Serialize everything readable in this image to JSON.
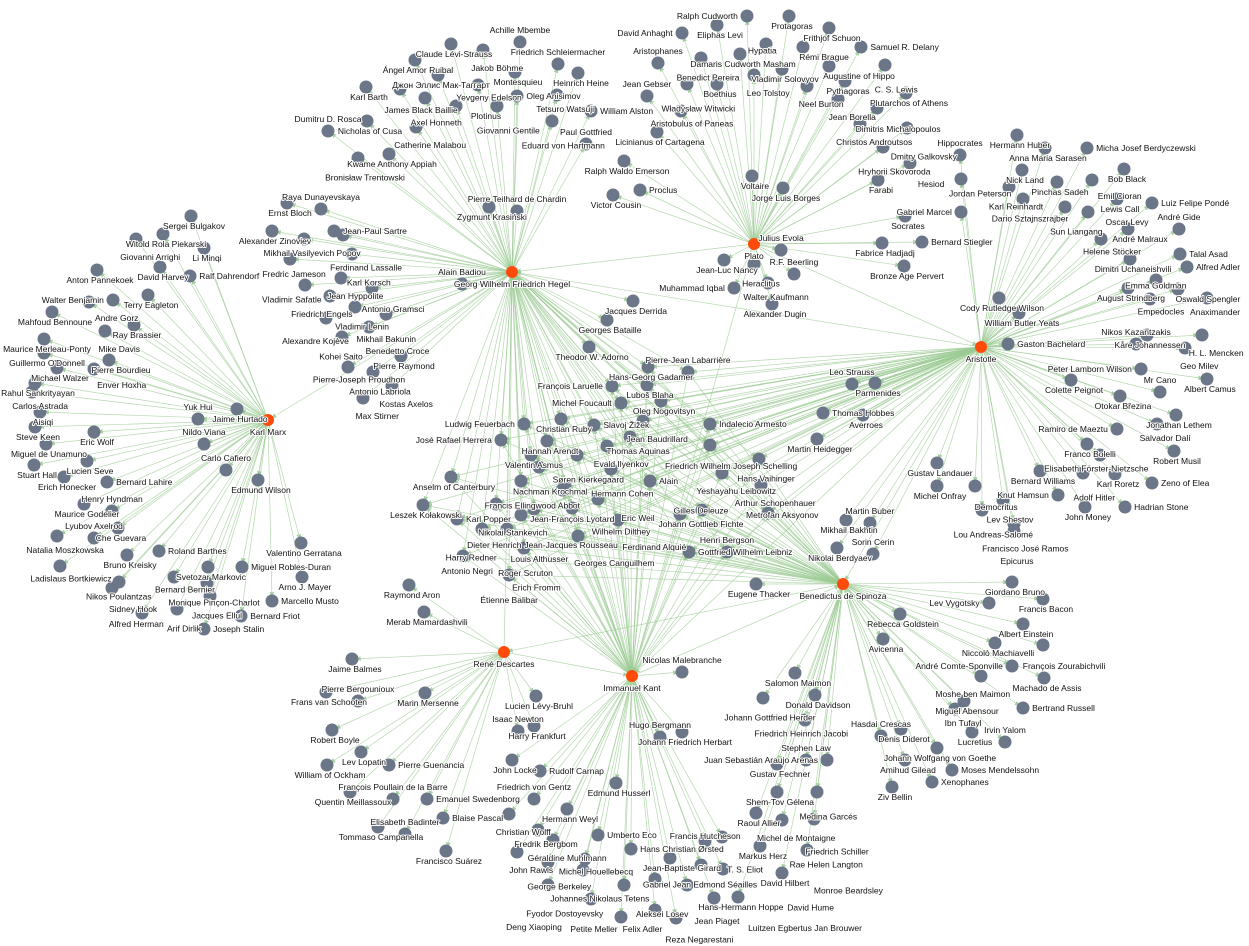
{
  "title": "Philosophers influence network",
  "colors": {
    "hub": "#ff4b0a",
    "node": "#6b7789",
    "edge": "#9ccb94",
    "arrow": "#86c07e"
  },
  "hubs": [
    "Georg Wilhelm Friedrich Hegel",
    "Plato",
    "Aristotle",
    "Karl Marx",
    "Benedictus de Spinoza",
    "René Descartes",
    "Immanuel Kant"
  ],
  "hub_links": [
    [
      "Plato",
      "Aristotle"
    ],
    [
      "Georg Wilhelm Friedrich Hegel",
      "Karl Marx"
    ],
    [
      "Georg Wilhelm Friedrich Hegel",
      "Immanuel Kant"
    ],
    [
      "Benedictus de Spinoza",
      "René Descartes"
    ],
    [
      "Immanuel Kant",
      "Benedictus de Spinoza"
    ],
    [
      "René Descartes",
      "Immanuel Kant"
    ],
    [
      "Plato",
      "Georg Wilhelm Friedrich Hegel"
    ],
    [
      "Aristotle",
      "Benedictus de Spinoza"
    ],
    [
      "Georg Wilhelm Friedrich Hegel",
      "Benedictus de Spinoza"
    ],
    [
      "Plato",
      "Immanuel Kant"
    ],
    [
      "Aristotle",
      "Immanuel Kant"
    ],
    [
      "René Descartes",
      "Georg Wilhelm Friedrich Hegel"
    ],
    [
      "Aristotle",
      "Georg Wilhelm Friedrich Hegel"
    ]
  ],
  "clusters": [
    {
      "links": [
        "Karl Marx"
      ],
      "nodes": [
        "Sergei Bulgakov",
        "Witold Rola Piekarski",
        "Li Minqi",
        "Giovanni Arrighi",
        "David Harvey",
        "Ralf Dahrendorf",
        "Anton Pannekoek",
        "Terry Eagleton",
        "Walter Benjamin",
        "Mahfoud Bennoune",
        "Andre Gorz",
        "Ray Brassier",
        "Mike Davis",
        "Maurice Merleau-Ponty",
        "Guillermo O'Donnell",
        "Pierre Bourdieu",
        "Michael Walzer",
        "Rahul Sankrityayan",
        "Carlos Astrada",
        "Enver Hoxha",
        "Aisiqi",
        "Steve Keen",
        "Eric Wolf",
        "Miguel de Unamuno",
        "Lucien Seve",
        "Stuart Hall",
        "Erich Honecker",
        "Bernard Lahire",
        "Maurice Godelier",
        "Henry Hyndman",
        "Che Guevara",
        "Natalia Moszkowska",
        "Lyubov Axelrod",
        "Bruno Kreisky",
        "Roland Barthes",
        "Ladislaus Bortkiewicz",
        "Svetozar Markovic",
        "Bernard Bernier",
        "Nikos Poulantzas",
        "Sidney Hook",
        "Monique Pinçon-Charlot",
        "Miguel Robles-Duran",
        "Arno J. Mayer",
        "Valentino Gerratana",
        "Jacques Ellul",
        "Arif Dirlik",
        "Alfred Herman",
        "Bernard Friot",
        "Marcello Musto",
        "Joseph Stalin",
        "Edmund Wilson",
        "Carlo Cafiero",
        "Nildo Viana",
        "Yuk Hui",
        "Jaime Hurtado"
      ]
    },
    {
      "links": [
        "Georg Wilhelm Friedrich Hegel"
      ],
      "nodes": [
        "Ernst Bloch",
        "Raya Dunayevskaya",
        "Alexander Zinoviev",
        "Jean-Paul Sartre",
        "Mikhail Vasilyevich Popov",
        "Ferdinand Lassalle",
        "Karl Korsch",
        "Fredric Jameson",
        "Jean Hyppolite",
        "Vladimir Safatle",
        "Antonio Gramsci",
        "Friedrich Engels",
        "Vladimir Lenin",
        "Mikhail Bakunin",
        "Alexandre Kojève",
        "Benedetto Croce",
        "Kohei Saito",
        "Pierre Raymond",
        "Pierre-Joseph Proudhon",
        "Antonio Labriola",
        "Kostas Axelos",
        "Max Stirner",
        "Zygmunt Krasiński",
        "Pierre Teilhard de Chardin",
        "Alain Badiou",
        "Jacques Derrida",
        "Georges Bataille",
        "Theodor W. Adorno",
        "Claude Lévi-Strauss",
        "Achille Mbembe",
        "Jakob Böhme",
        "Ángel Amor Ruibal",
        "Montesquieu",
        "Friedrich Schleiermacher",
        "Heinrich Heine",
        "Джон Эллис Мак-Таггарт",
        "Yevgeny Edelson",
        "Karl Barth",
        "James Black Baillie",
        "Oleg Anisimov",
        "Tetsuro Watsuji",
        "Axel Honneth",
        "Plotinus",
        "Giovanni Gentile",
        "William Alston",
        "Nicholas of Cusa",
        "Catherine Malabou",
        "Eduard von Hartmann",
        "Dumitru D. Rosca",
        "Paul Gottfried",
        "Kwame Anthony Appiah",
        "Bronisław Trentowski"
      ]
    },
    {
      "links": [
        "Plato"
      ],
      "nodes": [
        "Protagoras",
        "Ralph Cudworth",
        "Eliphas Levi",
        "Frithjof Schuon",
        "David Anhaght",
        "Damaris Cudworth Masham",
        "Hypatia",
        "Rémi Brague",
        "Samuel R. Delany",
        "Benedict Pereira",
        "Aristophanes",
        "Vladimir Solovyov",
        "Leo Tolstoy",
        "Augustine of Hippo",
        "Boethius",
        "C. S. Lewis",
        "Władysław Witwicki",
        "Pythagoras",
        "Neel Burton",
        "Jean Gebser",
        "Aristobulus of Paneas",
        "Jean Borella",
        "Plutarchos of Athens",
        "Dimitris Michalopoulos",
        "Christos Androutsos",
        "Dmitry Galkovsky",
        "Licinianus of Cartagena",
        "Ralph Waldo Emerson",
        "Hryhorii Skovoroda",
        "Hesiod",
        "Voltaire",
        "Jorge Luis Borges",
        "Farabi",
        "Victor Cousin",
        "Proclus",
        "Socrates",
        "Fabrice Hadjadj",
        "Bernard Stiegler",
        "Bronze Age Pervert",
        "Jean-Luc Nancy",
        "Julius Evola",
        "Heraclitus",
        "R.F. Beerling",
        "Walter Kaufmann",
        "Muhammad Iqbal",
        "Alexander Dugin"
      ]
    },
    {
      "links": [
        "Aristotle"
      ],
      "nodes": [
        "Hermann Huber",
        "Anna Maria Sarasen",
        "Micha Josef Berdyczewski",
        "Hippocrates",
        "Bob Black",
        "Nick Land",
        "Jordan Peterson",
        "Pinchas Sadeh",
        "Emil Cioran",
        "Karl Reinhardt",
        "Dario Sztajnszrajber",
        "Sun Liangang",
        "Lewis Call",
        "Luiz Felipe Pondé",
        "Gabriel Marcel",
        "Oscar Levy",
        "André Malraux",
        "André Gide",
        "Helene Stöcker",
        "Dimitri Uchaneishvili",
        "Talal Asad",
        "Alfred Adler",
        "August Strindberg",
        "Emma Goldman",
        "Oswald Spengler",
        "Anaximander",
        "Empedocles",
        "Cody Rutledge Wilson",
        "William Butler Yeats",
        "Kåre Johannessen",
        "H. L. Mencken",
        "Nikos Kazantzakis",
        "Geo Milev",
        "Gaston Bachelard",
        "Colette Peignot",
        "Peter Lamborn Wilson",
        "Albert Camus",
        "Otokar Březina",
        "Mr Cano",
        "Jonathan Lethem",
        "Salvador Dalí",
        "Ramiro de Maeztu",
        "Robert Musil",
        "Franco Bolelli",
        "Elisabeth Förster-Nietzsche",
        "Bernard Williams",
        "Karl Roretz",
        "Zeno of Elea",
        "Adolf Hitler",
        "Knut Hamsun",
        "John Money",
        "Hadrian Stone",
        "Parmenides",
        "Leo Strauss",
        "Averroes",
        "Thomas Hobbes",
        "Martin Heidegger",
        "Gustav Landauer",
        "Michel Onfray",
        "Democritus",
        "Lev Shestov",
        "Lou Andreas-Salomé",
        "Francisco José Ramos",
        "Epicurus",
        "Mikhail Bakhtin",
        "Martin Buber",
        "Nikolai Berdyaev",
        "Sorin Cerin"
      ]
    },
    {
      "links": [
        "Benedictus de Spinoza"
      ],
      "nodes": [
        "Giordano Bruno",
        "Francis Bacon",
        "Lev Vygotsky",
        "Albert Einstein",
        "Rebecca Goldstein",
        "Niccolò Machiavelli",
        "François Zourabichvili",
        "Avicenna",
        "André Comte-Sponville",
        "Machado de Assis",
        "Moshe ben Maimon",
        "Miguel Abensour",
        "Bertrand Russell",
        "Ibn Tufayl",
        "Denis Diderot",
        "Lucretius",
        "Irvin Yalom",
        "Hasdai Crescas",
        "Johann Wolfgang von Goethe",
        "Amihud Gilead",
        "Moses Mendelssohn",
        "Ziv Bellin",
        "Xenophanes",
        "Eugene Thacker",
        "Salomon Maimon",
        "Donald Davidson",
        "Johann Gottfried Herder",
        "Friedrich Heinrich Jacobi",
        "Juan Sebastián Araujo Arenas",
        "Gustav Fechner",
        "Stephen Law",
        "Shem-Tov Gélena",
        "Medina Garcés",
        "Raoul Allier",
        "Michel de Montaigne",
        "Friedrich Schiller",
        "Markus Herz",
        "Rae Helen Langton",
        "David Hilbert",
        "Hans-Hermann Hoppe"
      ]
    },
    {
      "links": [
        "René Descartes"
      ],
      "nodes": [
        "Raymond Aron",
        "Merab Mamardashvili",
        "Jaime Balmes",
        "Frans van Schooten",
        "Pierre Bergounioux",
        "Marin Mersenne",
        "Robert Boyle",
        "Lev Lopatin",
        "William of Ockham",
        "Pierre Guenancia",
        "Quentin Meillassoux",
        "François Poullain de la Barre",
        "Emanuel Swedenborg",
        "Tommaso Campanella",
        "Elisabeth Badinter",
        "Blaise Pascal",
        "Francisco Suárez",
        "Lucien Lévy-Bruhl",
        "Harry Frankfurt",
        "Isaac Newton"
      ]
    },
    {
      "links": [
        "Immanuel Kant"
      ],
      "nodes": [
        "John Locke",
        "Rudolf Carnap",
        "Friedrich von Gentz",
        "Hermann Weyl",
        "Christian Wolff",
        "Fredrik Bergbom",
        "Géraldine Muhlmann",
        "Umberto Eco",
        "Hans Christian Ørsted",
        "John Rawls",
        "Michel Houellebecq",
        "Jean-Baptiste Girard",
        "George Berkeley",
        "Johannes Nikolaus Tetens",
        "Gabriel Jean Edmond Séailles",
        "Fyodor Dostoyevsky",
        "Aleksei Losev",
        "Felix Adler",
        "Jean Piaget",
        "Petite Meller",
        "Reza Negarestani",
        "Deng Xiaoping",
        "Luitzen Egbertus Jan Brouwer",
        "Nicolas Malebranche",
        "Johann Friedrich Herbart",
        "Hugo Bergmann",
        "Edmund Husserl",
        "Francis Hutcheson",
        "T. S. Eliot",
        "David Hume",
        "Monroe Beardsley"
      ]
    },
    {
      "links": [
        "Georg Wilhelm Friedrich Hegel",
        "Immanuel Kant",
        "Benedictus de Spinoza",
        "Aristotle"
      ],
      "nodes": [
        "Hans-Georg Gadamer",
        "Pierre-Jean Labarrière",
        "Luboš Blaha",
        "François Laruelle",
        "Oleg Nogovitsyn",
        "Michel Foucault",
        "Christian Ruby",
        "Ludwig Feuerbach",
        "Slavoj Žižek",
        "Jean Baudrillard",
        "Indalecio Armesto",
        "Thomas Aquinas",
        "Hannah Arendt",
        "José Rafael Herrera",
        "Evald Ilyenkov",
        "Friedrich Wilhelm Joseph Schelling",
        "Valentin Asmus",
        "Søren Kierkegaard",
        "Hermann Cohen",
        "Nachman Krochmal",
        "Hans Vaihinger",
        "Yeshayahu Leibowitz",
        "Alain",
        "Arthur Schopenhauer",
        "Anselm of Canterbury",
        "Francis Ellingwood Abbot",
        "Jean-François Lyotard",
        "Wilhelm Dilthey",
        "Leszek Kołakowski",
        "Nikolai Stankevich",
        "Jean-Jacques Rousseau",
        "Eric Weil",
        "Dieter Henrich",
        "Louis Althusser",
        "Johann Gottlieb Fichte",
        "Gilles Deleuze",
        "Metrofan Aksyonov",
        "Ferdinand Alquié",
        "Karl Popper",
        "Harry Redner",
        "Roger Scruton",
        "Georges Canguilhem",
        "Erich Fromm",
        "Antonio Negri",
        "Gottfried Wilhelm Leibniz",
        "Henri Bergson",
        "Étienne Balibar"
      ]
    }
  ]
}
